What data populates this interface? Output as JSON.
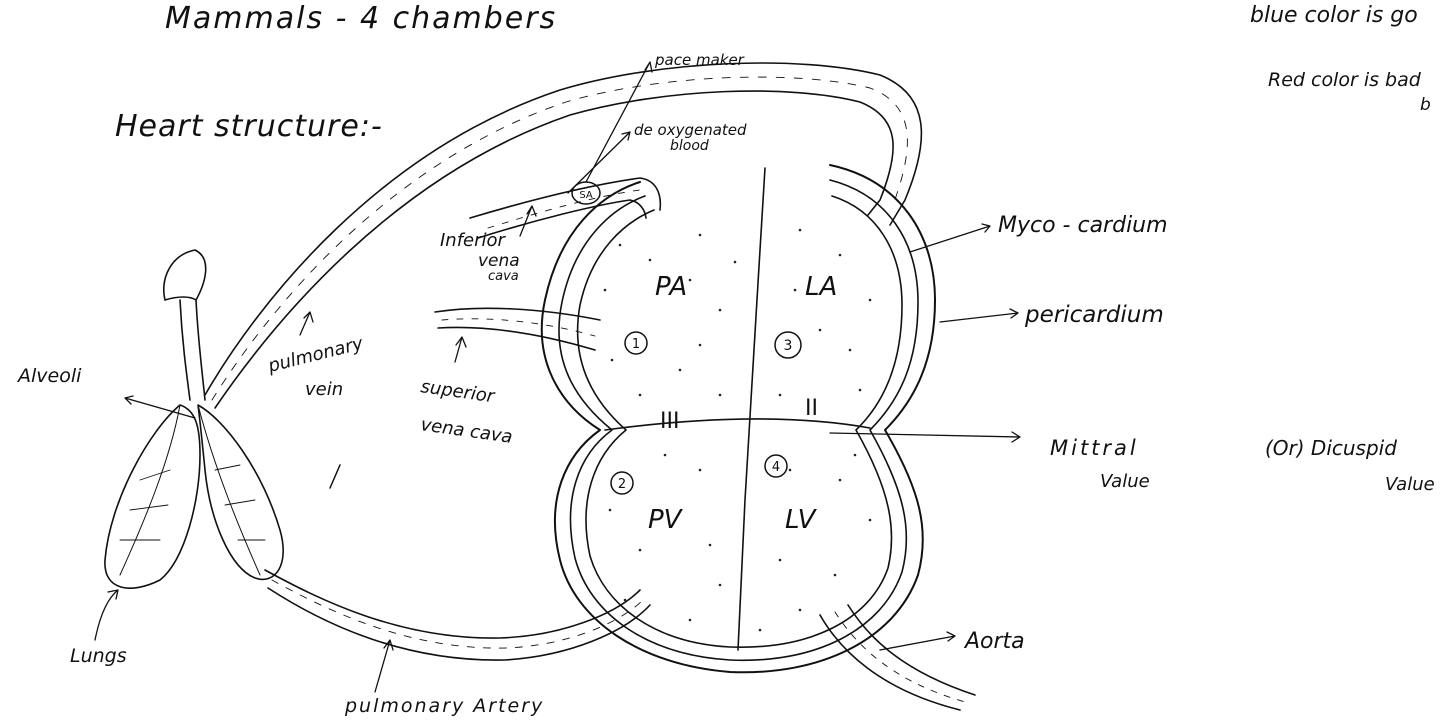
{
  "header": {
    "mammals_title": "Mammals - 4 chambers",
    "note_blue": "blue color is go",
    "note_red": "Red color is bad",
    "note_red_tail": "b",
    "section_title": "Heart structure:-"
  },
  "labels": {
    "pace_maker": "pace maker",
    "de_oxygenated_1": "de oxygenated",
    "de_oxygenated_2": "blood",
    "inferior_vena_cava_1": "Inferior",
    "inferior_vena_cava_2": "vena",
    "inferior_vena_cava_3": "cava",
    "pulmonary_vein_1": "pulmonary",
    "pulmonary_vein_2": "vein",
    "superior_vena_cava_1": "superior",
    "superior_vena_cava_2": "vena cava",
    "alveoli": "Alveoli",
    "lungs": "Lungs",
    "pulmonary_artery": "pulmonary Artery",
    "myocardium": "Myco - cardium",
    "pericardium": "pericardium",
    "mitral_valve_1": "Mittral",
    "mitral_valve_2": "Value",
    "bicuspid_valve_1": "(Or) Dicuspid",
    "bicuspid_valve_2": "Value",
    "aorta": "Aorta"
  },
  "chambers": {
    "pa": "PA",
    "la": "LA",
    "pv": "PV",
    "lv": "LV"
  },
  "markers": {
    "sa_node": "SA",
    "one": "1",
    "two": "2",
    "three": "3",
    "four": "4",
    "valve_three": "III",
    "valve_two": "II"
  }
}
